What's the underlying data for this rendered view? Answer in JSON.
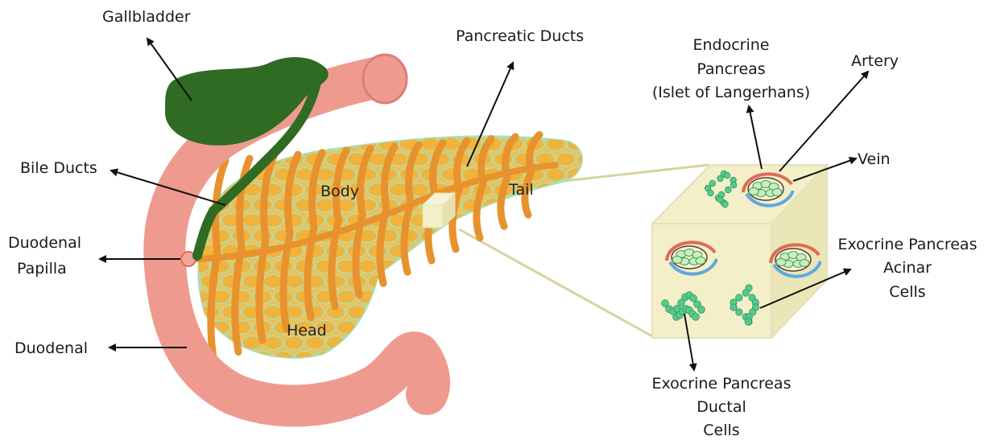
{
  "labels": {
    "gallbladder": "Gallbladder",
    "pancreatic_ducts": "Pancreatic Ducts",
    "bile_ducts": "Bile Ducts",
    "duodenal_papilla_line1": "Duodenal",
    "duodenal_papilla_line2": "Papilla",
    "duodenal": "Duodenal",
    "body": "Body",
    "tail": "Tail",
    "head": "Head",
    "endocrine_line1": "Endocrine",
    "endocrine_line2": "Pancreas",
    "endocrine_line3": "(Islet of Langerhans)",
    "artery": "Artery",
    "vein": "Vein",
    "exocrine_acinar_line1": "Exocrine Pancreas",
    "exocrine_acinar_line2": "Acinar",
    "exocrine_acinar_line3": "Cells",
    "exocrine_ductal_line1": "Exocrine Pancreas",
    "exocrine_ductal_line2": "Ductal",
    "exocrine_ductal_line3": "Cells"
  },
  "colors": {
    "duodenum": "#ee9a8f",
    "duodenum_dark": "#e07e72",
    "gallbladder": "#2f6b22",
    "acinar_fill": "#f0b43c",
    "acinar_edge": "#a8e0b8",
    "duct": "#e99a3a",
    "cube_face": "#f3efc8",
    "cube_side": "#ebe6b8",
    "acinar_cell": "#58c98c",
    "artery": "#e06a55",
    "vein": "#5fa8e0"
  }
}
